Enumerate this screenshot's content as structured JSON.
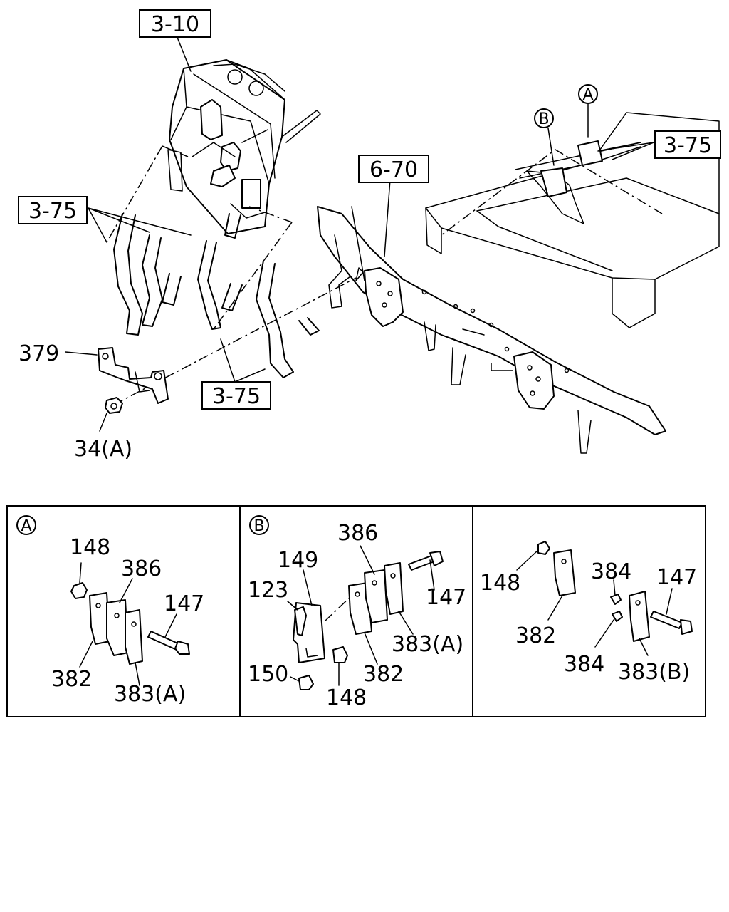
{
  "main_callouts": {
    "ref_3_10": "3-10",
    "ref_6_70": "6-70",
    "ref_3_75_left": "3-75",
    "ref_3_75_right": "3-75",
    "ref_3_75_bottom": "3-75",
    "part_379": "379",
    "part_34a": "34(A)",
    "marker_a": "A",
    "marker_b": "B"
  },
  "detail_a": {
    "marker": "A",
    "labels": [
      "148",
      "386",
      "147",
      "382",
      "383(A)"
    ]
  },
  "detail_b": {
    "marker": "B",
    "labels": [
      "386",
      "149",
      "123",
      "147",
      "383(A)",
      "150",
      "382",
      "148"
    ]
  },
  "detail_c": {
    "labels": [
      "148",
      "384",
      "147",
      "382",
      "384",
      "383(B)"
    ]
  }
}
